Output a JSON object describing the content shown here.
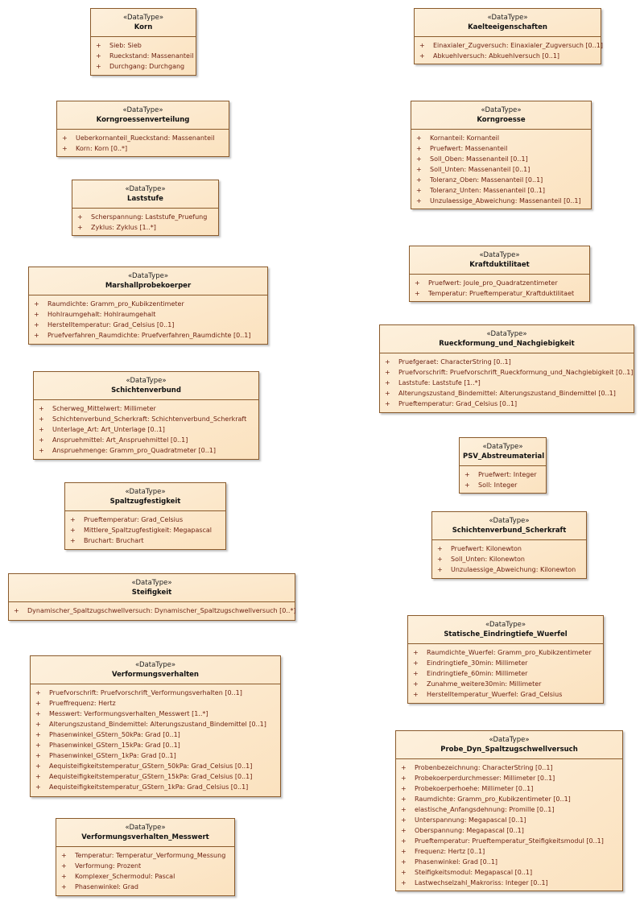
{
  "classes": [
    {
      "stereotype": "«DataType»",
      "name": "Korn",
      "attributes": [
        "Sieb: Sieb",
        "Rueckstand: Massenanteil",
        "Durchgang: Durchgang"
      ]
    },
    {
      "stereotype": "«DataType»",
      "name": "Korngroessenverteilung",
      "attributes": [
        "Ueberkornanteil_Rueckstand: Massenanteil",
        "Korn: Korn [0..*]"
      ]
    },
    {
      "stereotype": "«DataType»",
      "name": "Laststufe",
      "attributes": [
        "Scherspannung: Laststufe_Pruefung",
        "Zyklus: Zyklus [1..*]"
      ]
    },
    {
      "stereotype": "«DataType»",
      "name": "Marshallprobekoerper",
      "attributes": [
        "Raumdichte: Gramm_pro_Kubikzentimeter",
        "Hohlraumgehalt: Hohlraumgehalt",
        "Herstelltemperatur: Grad_Celsius [0..1]",
        "Pruefverfahren_Raumdichte: Pruefverfahren_Raumdichte [0..1]"
      ]
    },
    {
      "stereotype": "«DataType»",
      "name": "Schichtenverbund",
      "attributes": [
        "Scherweg_Mittelwert: Millimeter",
        "Schichtenverbund_Scherkraft: Schichtenverbund_Scherkraft",
        "Unterlage_Art: Art_Unterlage [0..1]",
        "Anspruehmittel: Art_Anspruehmittel [0..1]",
        "Anspruehmenge: Gramm_pro_Quadratmeter [0..1]"
      ]
    },
    {
      "stereotype": "«DataType»",
      "name": "Spaltzugfestigkeit",
      "attributes": [
        "Prueftemperatur: Grad_Celsius",
        "Mittlere_Spaltzugfestigkeit: Megapascal",
        "Bruchart: Bruchart"
      ]
    },
    {
      "stereotype": "«DataType»",
      "name": "Steifigkeit",
      "attributes": [
        "Dynamischer_Spaltzugschwellversuch: Dynamischer_Spaltzugschwellversuch [0..*]"
      ]
    },
    {
      "stereotype": "«DataType»",
      "name": "Verformungsverhalten",
      "attributes": [
        "Pruefvorschrift: Pruefvorschrift_Verformungsverhalten [0..1]",
        "Prueffrequenz: Hertz",
        "Messwert: Verformungsverhalten_Messwert [1..*]",
        "Alterungszustand_Bindemittel: Alterungszustand_Bindemittel [0..1]",
        "Phasenwinkel_GStern_50kPa: Grad [0..1]",
        "Phasenwinkel_GStern_15kPa: Grad [0..1]",
        "Phasenwinkel_GStern_1kPa: Grad [0..1]",
        "Aequisteifigkeitstemperatur_GStern_50kPa: Grad_Celsius [0..1]",
        "Aequisteifigkeitstemperatur_GStern_15kPa: Grad_Celsius [0..1]",
        "Aequisteifigkeitstemperatur_GStern_1kPa: Grad_Celsius [0..1]"
      ]
    },
    {
      "stereotype": "«DataType»",
      "name": "Verformungsverhalten_Messwert",
      "attributes": [
        "Temperatur: Temperatur_Verformung_Messung",
        "Verformung: Prozent",
        "Komplexer_Schermodul: Pascal",
        "Phasenwinkel: Grad"
      ]
    },
    {
      "stereotype": "«DataType»",
      "name": "Kaelteeigenschaften",
      "attributes": [
        "Einaxialer_Zugversuch: Einaxialer_Zugversuch [0..1]",
        "Abkuehlversuch: Abkuehlversuch [0..1]"
      ]
    },
    {
      "stereotype": "«DataType»",
      "name": "Korngroesse",
      "attributes": [
        "Kornanteil: Kornanteil",
        "Pruefwert: Massenanteil",
        "Soll_Oben: Massenanteil [0..1]",
        "Soll_Unten: Massenanteil [0..1]",
        "Toleranz_Oben: Massenanteil [0..1]",
        "Toleranz_Unten: Massenanteil [0..1]",
        "Unzulaessige_Abweichung: Massenanteil [0..1]"
      ]
    },
    {
      "stereotype": "«DataType»",
      "name": "Kraftduktilitaet",
      "attributes": [
        "Pruefwert: Joule_pro_Quadratzentimeter",
        "Temperatur: Prueftemperatur_Kraftduktilitaet"
      ]
    },
    {
      "stereotype": "«DataType»",
      "name": "Rueckformung_und_Nachgiebigkeit",
      "attributes": [
        "Pruefgeraet: CharacterString [0..1]",
        "Pruefvorschrift: Pruefvorschrift_Rueckformung_und_Nachgiebigkeit [0..1]",
        "Laststufe: Laststufe [1..*]",
        "Alterungszustand_Bindemittel: Alterungszustand_Bindemittel [0..1]",
        "Prueftemperatur: Grad_Celsius [0..1]"
      ]
    },
    {
      "stereotype": "«DataType»",
      "name": "PSV_Abstreumaterial",
      "attributes": [
        "Pruefwert: Integer",
        "Soll: Integer"
      ]
    },
    {
      "stereotype": "«DataType»",
      "name": "Schichtenverbund_Scherkraft",
      "attributes": [
        "Pruefwert: Kilonewton",
        "Soll_Unten: Kilonewton",
        "Unzulaessige_Abweichung: Kilonewton"
      ]
    },
    {
      "stereotype": "«DataType»",
      "name": "Statische_Eindringtiefe_Wuerfel",
      "attributes": [
        "Raumdichte_Wuerfel: Gramm_pro_Kubikzentimeter",
        "Eindringtiefe_30min: Millimeter",
        "Eindringtiefe_60min: Millimeter",
        "Zunahme_weitere30min: Millimeter",
        "Herstelltemperatur_Wuerfel: Grad_Celsius"
      ]
    },
    {
      "stereotype": "«DataType»",
      "name": "Probe_Dyn_Spaltzugschwellversuch",
      "attributes": [
        "Probenbezeichnung: CharacterString [0..1]",
        "Probekoerperdurchmesser: Millimeter [0..1]",
        "Probekoerperhoehe: Millimeter [0..1]",
        "Raumdichte: Gramm_pro_Kubikzentimeter [0..1]",
        "elastische_Anfangsdehnung: Promille [0..1]",
        "Unterspannung: Megapascal [0..1]",
        "Oberspannung: Megapascal [0..1]",
        "Prueftemperatur: Prueftemperatur_Steifigkeitsmodul [0..1]",
        "Frequenz: Hertz [0..1]",
        "Phasenwinkel: Grad [0..1]",
        "Steifigkeitsmodul: Megapascal [0..1]",
        "Lastwechselzahl_Makroriss: Integer [0..1]"
      ]
    }
  ],
  "visibility": "+"
}
